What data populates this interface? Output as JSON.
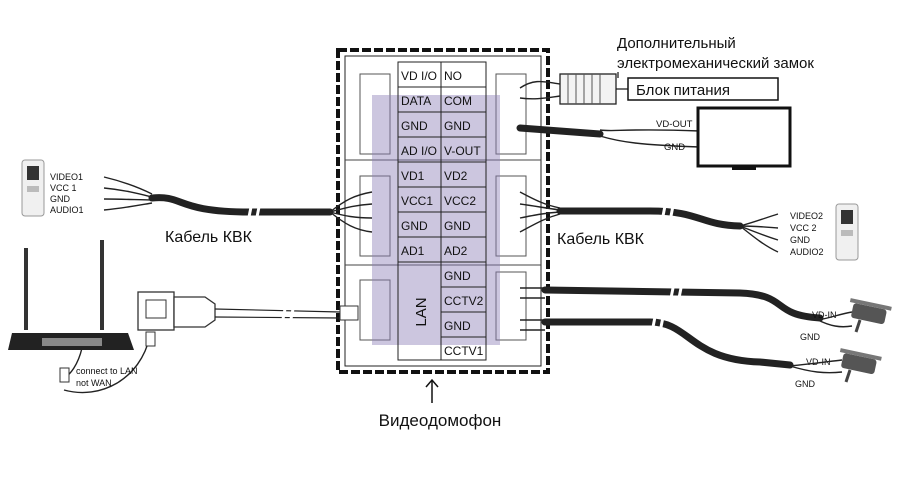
{
  "labels": {
    "lock_line1": "Дополнительный",
    "lock_line2": "электромеханический замок",
    "power_supply": "Блок питания",
    "cable_left": "Кабель КВК",
    "cable_right": "Кабель КВК",
    "intercom": "Видеодомофон",
    "vd_out": "VD-OUT",
    "gnd_monitor": "GND",
    "lan": "LAN",
    "router_note1": "connect to LAN",
    "router_note2": "not WAN",
    "cam1_vd": "VD-IN",
    "cam1_gnd": "GND",
    "cam2_vd": "VD-IN",
    "cam2_gnd": "GND"
  },
  "left_terminals": [
    "VD I/O",
    "DATA",
    "GND",
    "AD I/O",
    "VD1",
    "VCC1",
    "GND",
    "AD1"
  ],
  "right_terminals": [
    "NO",
    "COM",
    "GND",
    "V-OUT",
    "VD2",
    "VCC2",
    "GND",
    "AD2",
    "GND",
    "CCTV2",
    "GND",
    "CCTV1"
  ],
  "panel1_wires": [
    "VIDEO1",
    "VCC 1",
    "GND",
    "AUDIO1"
  ],
  "panel2_wires": [
    "VIDEO2",
    "VCC 2",
    "GND",
    "AUDIO2"
  ]
}
